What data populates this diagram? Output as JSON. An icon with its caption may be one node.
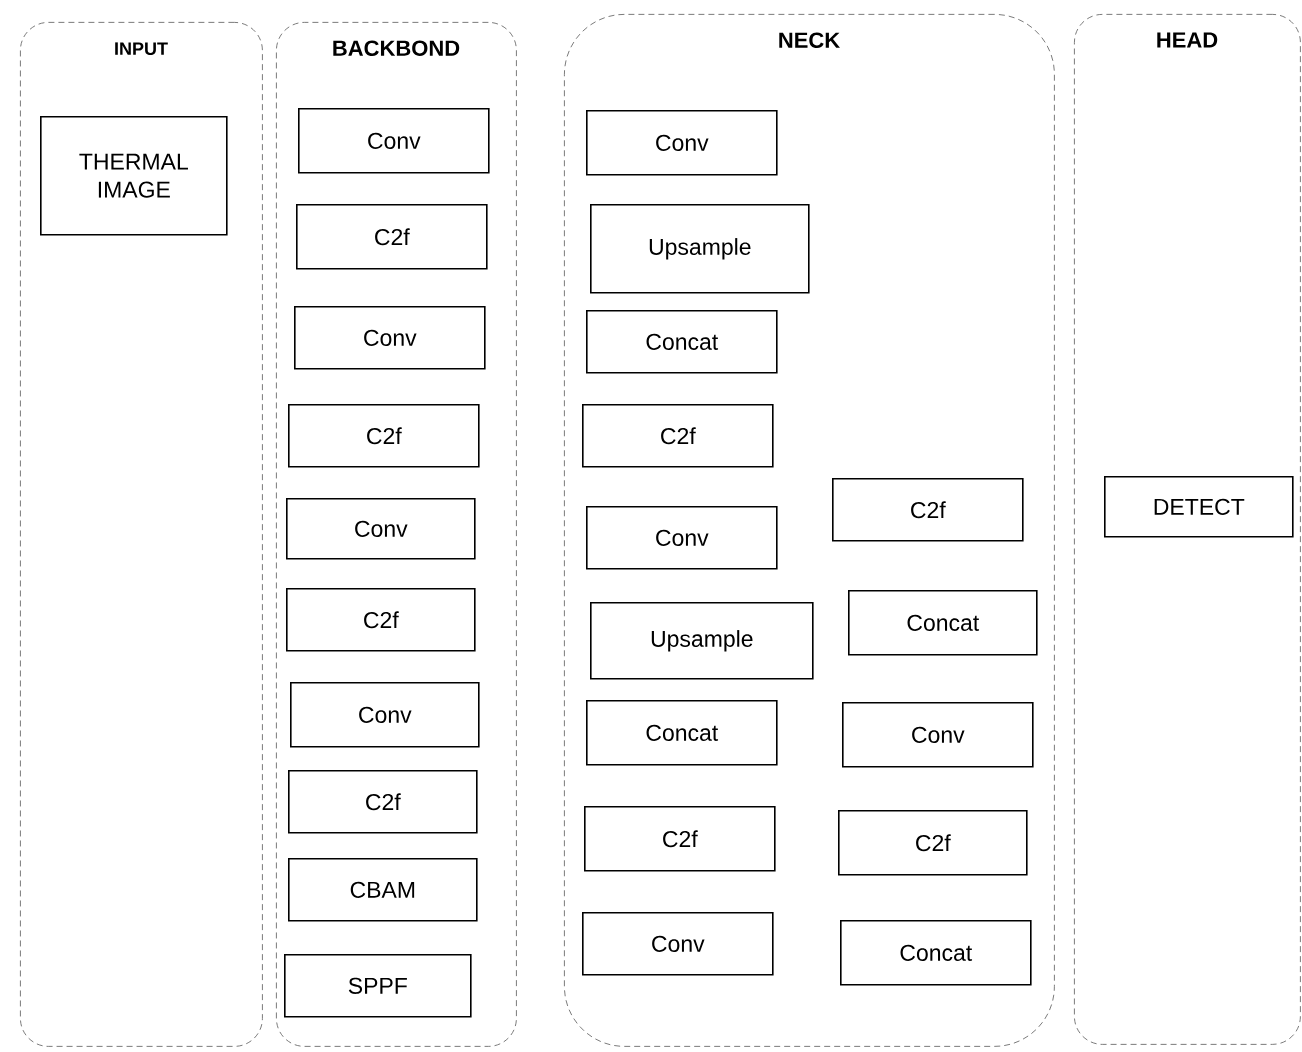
{
  "diagram": {
    "nodes": [
      {
        "text": [
          "INPUT"
        ]
      },
      {
        "text": [
          "THERMAL IMAGE"
        ],
        "in": 0
      },
      {
        "text": [
          "BACKBOND"
        ]
      },
      {
        "text": [
          "Conv"
        ],
        "in": 2
      },
      {
        "text": [
          "C2f"
        ],
        "in": 2
      },
      {
        "text": [
          "Conv"
        ],
        "in": 2
      },
      {
        "text": [
          "C2f"
        ],
        "in": 2
      },
      {
        "text": [
          "Conv"
        ],
        "in": 2
      },
      {
        "text": [
          "C2f"
        ],
        "in": 2
      },
      {
        "text": [
          "Conv"
        ],
        "in": 2
      },
      {
        "text": [
          "C2f"
        ],
        "in": 2
      },
      {
        "text": [
          "CBAM"
        ],
        "in": 2
      },
      {
        "text": [
          "SPPF"
        ],
        "in": 2
      },
      {
        "text": [
          "NECK"
        ]
      },
      {
        "text": [
          "Conv"
        ],
        "in": 13
      },
      {
        "text": [
          "Upsample"
        ],
        "in": 13
      },
      {
        "text": [
          "Concat"
        ],
        "in": 13
      },
      {
        "text": [
          "C2f"
        ],
        "in": 13
      },
      {
        "text": [
          "Conv"
        ],
        "in": 13
      },
      {
        "text": [
          "C2f"
        ],
        "in": 13
      },
      {
        "text": [
          "Upsample"
        ],
        "in": 13
      },
      {
        "text": [
          "Concat"
        ],
        "in": 13
      },
      {
        "text": [
          "Concat"
        ],
        "in": 13
      },
      {
        "text": [
          "Conv"
        ],
        "in": 13
      },
      {
        "text": [
          "C2f"
        ],
        "in": 13
      },
      {
        "text": [
          "C2f"
        ],
        "in": 13
      },
      {
        "text": [
          "Conv"
        ],
        "in": 13
      },
      {
        "text": [
          "Concat"
        ],
        "in": 13
      },
      {
        "text": [
          "HEAD"
        ]
      },
      {
        "text": [
          "DETECT"
        ],
        "in": 28
      }
    ]
  }
}
